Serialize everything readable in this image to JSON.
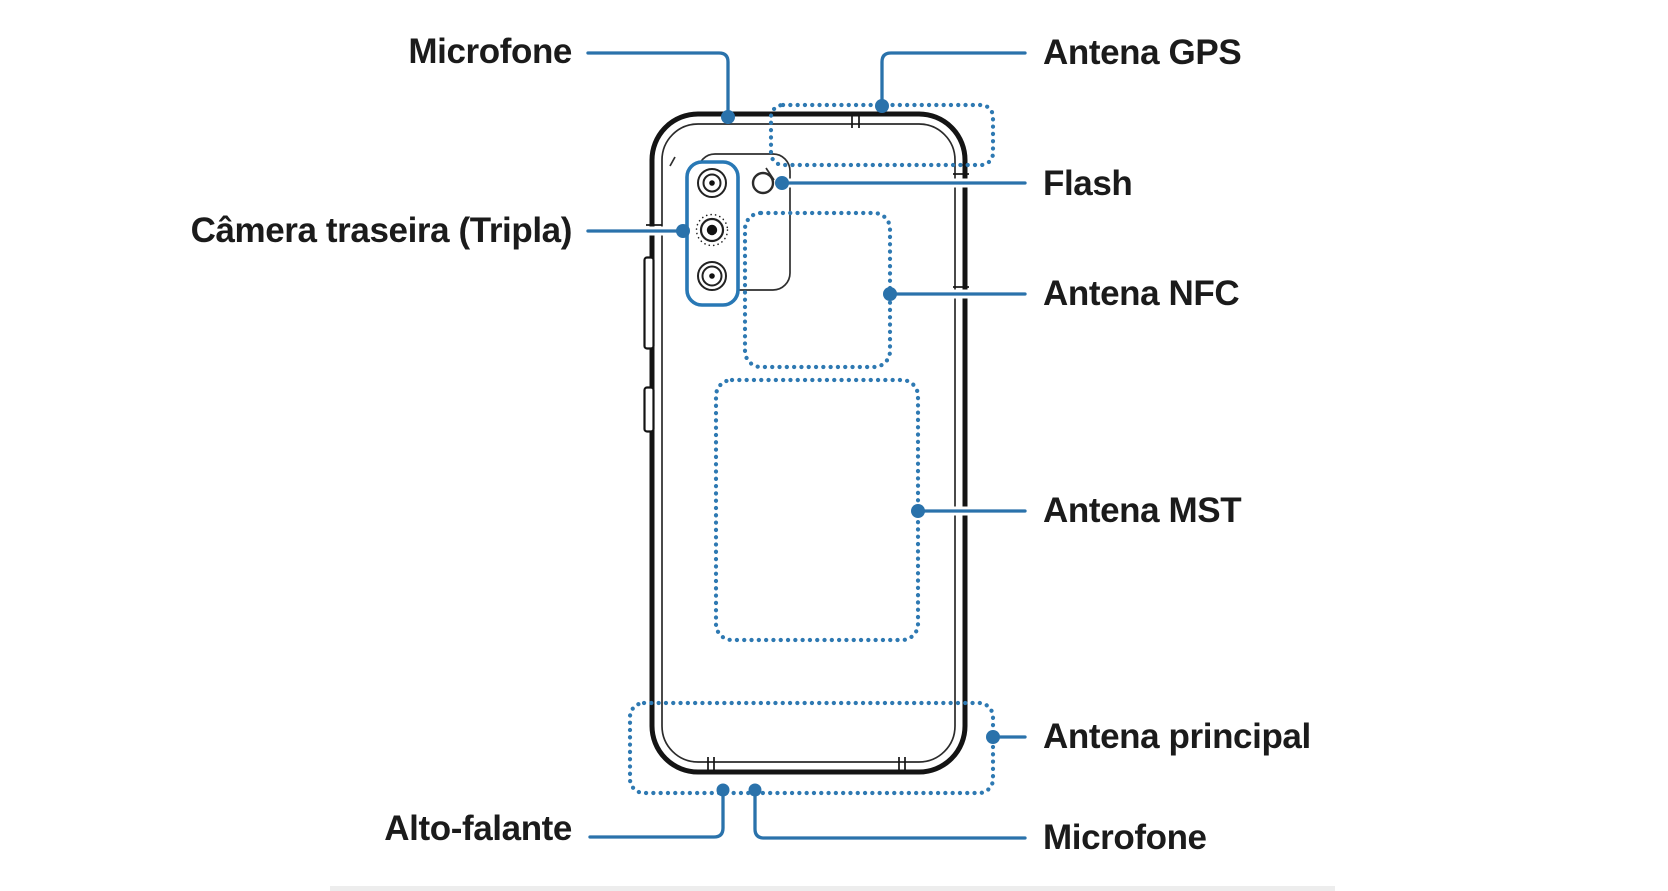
{
  "diagram": {
    "title_hint": "Rear view phone parts diagram",
    "labels": {
      "mic_top": "Microfone",
      "gps": "Antena GPS",
      "flash": "Flash",
      "camera": "Câmera traseira (Tripla)",
      "nfc": "Antena NFC",
      "mst": "Antena MST",
      "principal": "Antena principal",
      "speaker": "Alto-falante",
      "mic_bottom": "Microfone"
    },
    "colors": {
      "callout_line": "#2a72ab",
      "callout_dot": "#2a72ab",
      "dotted_region": "#2e79b2",
      "camera_module_outline": "#2878b5",
      "phone_outline": "#141414",
      "text": "#1b1b1b",
      "background": "#ffffff"
    }
  }
}
